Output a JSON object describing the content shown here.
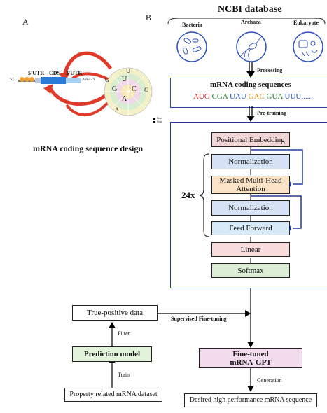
{
  "panel_a": {
    "label": "A",
    "caption": "mRNA coding sequence design",
    "utr5": "5'UTR",
    "cds": "CDS",
    "utr3": "3'UTR",
    "five_prime": "5'G",
    "three_prime": "AAA-3'",
    "legend": [
      "Start",
      "Stop"
    ],
    "codon_wheel_letters": [
      "U",
      "C",
      "A",
      "G"
    ]
  },
  "panel_b": {
    "label": "B",
    "database_title": "NCBI database",
    "organisms": [
      {
        "label": "Bacteria",
        "icon": "bacteria-icon"
      },
      {
        "label": "Archaea",
        "icon": "archaea-icon"
      },
      {
        "label": "Eukaryote",
        "icon": "eukaryote-icon"
      }
    ],
    "processing_label": "Processing",
    "sequences_title": "mRNA coding sequences",
    "codons": [
      {
        "text": "AUG",
        "color": "#d62828"
      },
      {
        "text": "CGA",
        "color": "#2a7a2a"
      },
      {
        "text": "UAU",
        "color": "#1f4fd1"
      },
      {
        "text": "GAC",
        "color": "#c98a00"
      },
      {
        "text": "GUA",
        "color": "#2a7a2a"
      },
      {
        "text": "UUU",
        "color": "#1f4fd1"
      },
      {
        "text": "......",
        "color": "#1f4fd1"
      }
    ],
    "pretraining_label": "Pre-training",
    "model": {
      "positional_embedding": "Positional Embedding",
      "normalization_1": "Normalization",
      "attention_line1": "Masked Multi-Head",
      "attention_line2": "Attention",
      "normalization_2": "Normalization",
      "feed_forward": "Feed Forward",
      "linear": "Linear",
      "softmax": "Softmax",
      "repeat_label": "24x"
    },
    "true_positive": "True-positive data",
    "supervised_label": "Supervised Fine-tuning",
    "filter_label": "Filter",
    "prediction_model": "Prediction model",
    "train_label": "Train",
    "dataset": "Property related mRNA dataset",
    "finetuned_line1": "Fine-tuned",
    "finetuned_line2": "mRNA-GPT",
    "generation_label": "Generation",
    "output": "Desired high performance mRNA sequence"
  },
  "colors": {
    "frame_blue": "#2038a0",
    "positional": "#f2d6d6",
    "normalization": "#d6e3f6",
    "attention": "#fae3c6",
    "feed_forward": "#d8e9f8",
    "linear": "#f8dcdc",
    "softmax": "#dcefd6",
    "prediction": "#e3f4dc",
    "finetuned": "#f4dcef",
    "arrow_red": "#e03a2a"
  }
}
